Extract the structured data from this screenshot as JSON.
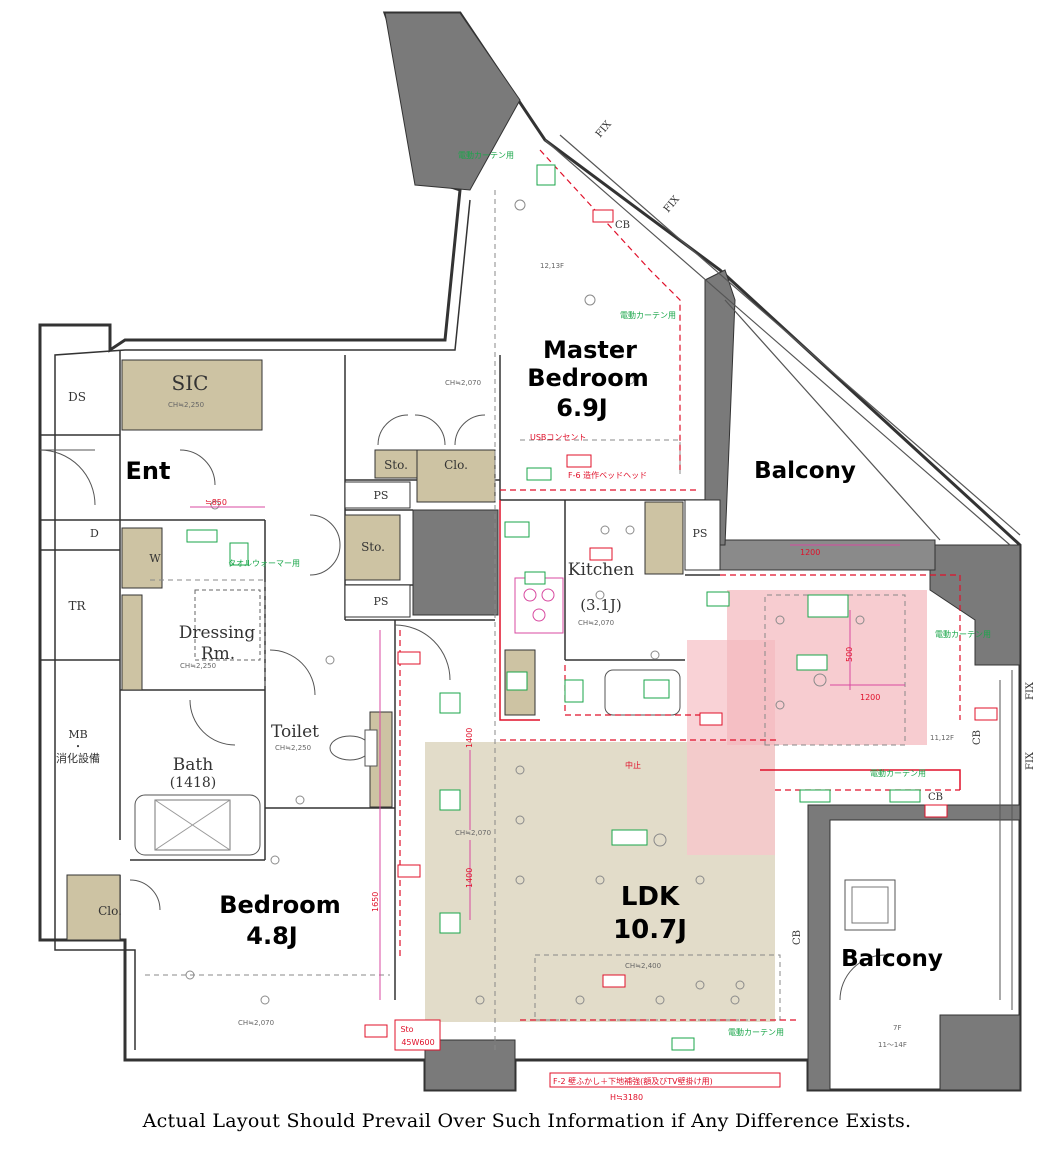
{
  "rooms": {
    "master_bedroom": {
      "name_line1": "Master",
      "name_line2": "Bedroom",
      "size": "6.9J"
    },
    "balcony_upper": {
      "name": "Balcony"
    },
    "balcony_lower": {
      "name": "Balcony"
    },
    "bedroom": {
      "name": "Bedroom",
      "size": "4.8J"
    },
    "ldk": {
      "name": "LDK",
      "size": "10.7J"
    },
    "entrance": {
      "name": "Ent"
    },
    "kitchen": {
      "name": "Kitchen",
      "size": "(3.1J)"
    },
    "sic": {
      "name": "SIC"
    },
    "dressing": {
      "name_line1": "Dressing",
      "name_line2": "Rm."
    },
    "bath": {
      "name": "Bath",
      "size": "(1418)"
    },
    "toilet": {
      "name": "Toilet"
    },
    "ds": {
      "name": "DS"
    },
    "tr": {
      "name": "TR"
    },
    "mb": {
      "name_line1": "MB",
      "name_line2": "・",
      "name_line3": "消化設備"
    },
    "sto_a": {
      "name": "Sto."
    },
    "clo_a": {
      "name": "Clo."
    },
    "sto_b": {
      "name": "Sto."
    },
    "ps_a": {
      "name": "PS"
    },
    "ps_b": {
      "name": "PS"
    },
    "ps_c": {
      "name": "PS"
    },
    "clo_b": {
      "name": "Clo."
    },
    "w": {
      "name": "W"
    },
    "sto_c": {
      "name": "Sto"
    }
  },
  "labels": {
    "fix_1": "FIX",
    "fix_2": "FIX",
    "fix_3": "FIX",
    "fix_4": "FIX",
    "cb_1": "CB",
    "cb_2": "CB",
    "cb_3": "CB",
    "cb_4": "CB",
    "d": "D",
    "ch_master": "CH≒2,070",
    "ch_kitchen": "CH≒2,070",
    "ch_sic": "CH≒2,250",
    "ch_bath": "CH≒2,250",
    "ch_toilet": "CH≒2,250",
    "ch_bedroom": "CH≒2,070",
    "ch_ldk": "CH≒2,070",
    "ch_ldk2": "CH≒2,400",
    "dim_850": "≒850",
    "dim_1200a": "1200",
    "dim_1200b": "1200",
    "dim_1400a": "1400",
    "dim_1400b": "1400",
    "dim_1650": "1650",
    "dim_500": "500",
    "floor_a": "7F",
    "floor_b": "11〜14F",
    "floor_c": "12,13F",
    "floor_d": "11,12F",
    "sto_spec": "45W600",
    "curtain_1": "電動カーテン用",
    "curtain_2": "電動カーテン用",
    "curtain_3": "電動カーテン用",
    "curtain_4": "電動カーテン用",
    "curtain_5": "電動カーテン用",
    "bed_outlet": "USBコンセント",
    "bed_label": "F-6 造作ベッドヘッド",
    "towel": "タオルウォーマー用",
    "stop": "中止",
    "note_f2": "F-2 壁ふかし＋下地補強(額及びTV壁掛け用)",
    "note_bottom": "H≒3180"
  },
  "disclaimer": "Actual Layout Should Prevail Over Such Information if Any Difference Exists."
}
